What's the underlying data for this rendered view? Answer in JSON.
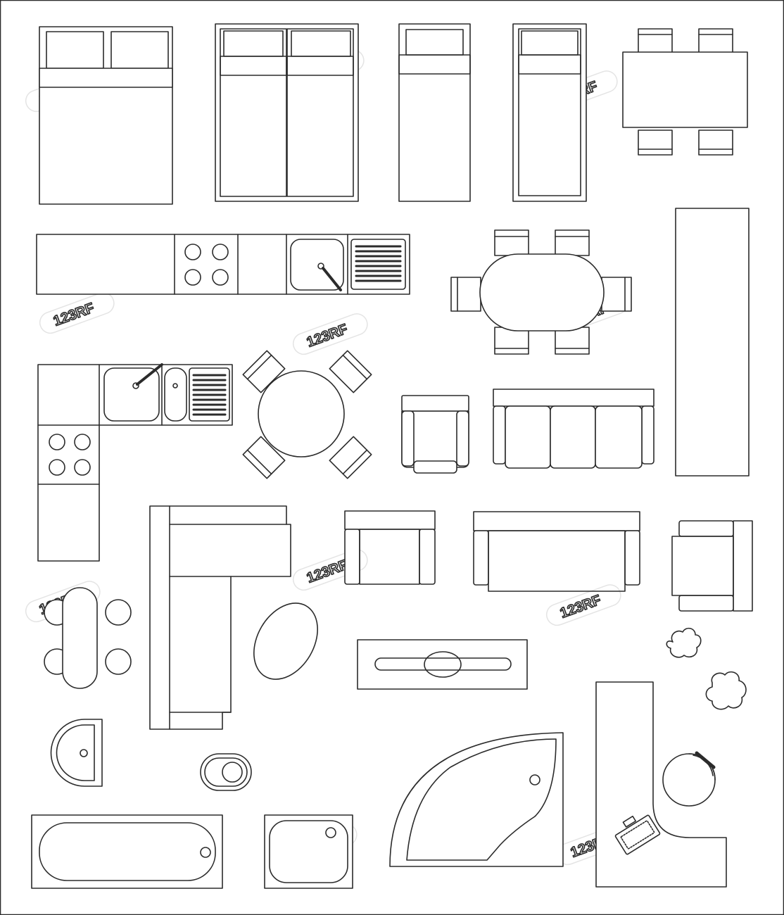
{
  "diagram": {
    "kind": "furniture-floor-plan-symbols",
    "line_color": "#2b2b2b",
    "fill_color": "#ffffff",
    "background": "#ffffff",
    "watermark": {
      "text": "123RF",
      "color": "#e4e4e4"
    },
    "symbols": [
      "double-bed",
      "twin-beds",
      "single-bed",
      "single-bed-framed",
      "dining-table-4-chairs",
      "kitchen-counter-straight",
      "oval-dining-table-6-chairs",
      "wardrobe",
      "kitchen-counter-l-shaped",
      "round-table-4-chairs",
      "armchair",
      "three-seat-sofa",
      "l-shaped-corner-sofa",
      "armchair",
      "two-seat-sofa",
      "armchair",
      "oval-table-4-stools",
      "oval-coffee-table",
      "tv-cabinet",
      "house-plant",
      "house-plant",
      "half-round-sink",
      "toilet",
      "corner-bathtub",
      "corner-desk",
      "office-chair",
      "keyboard",
      "bathtub",
      "small-bathtub"
    ]
  }
}
